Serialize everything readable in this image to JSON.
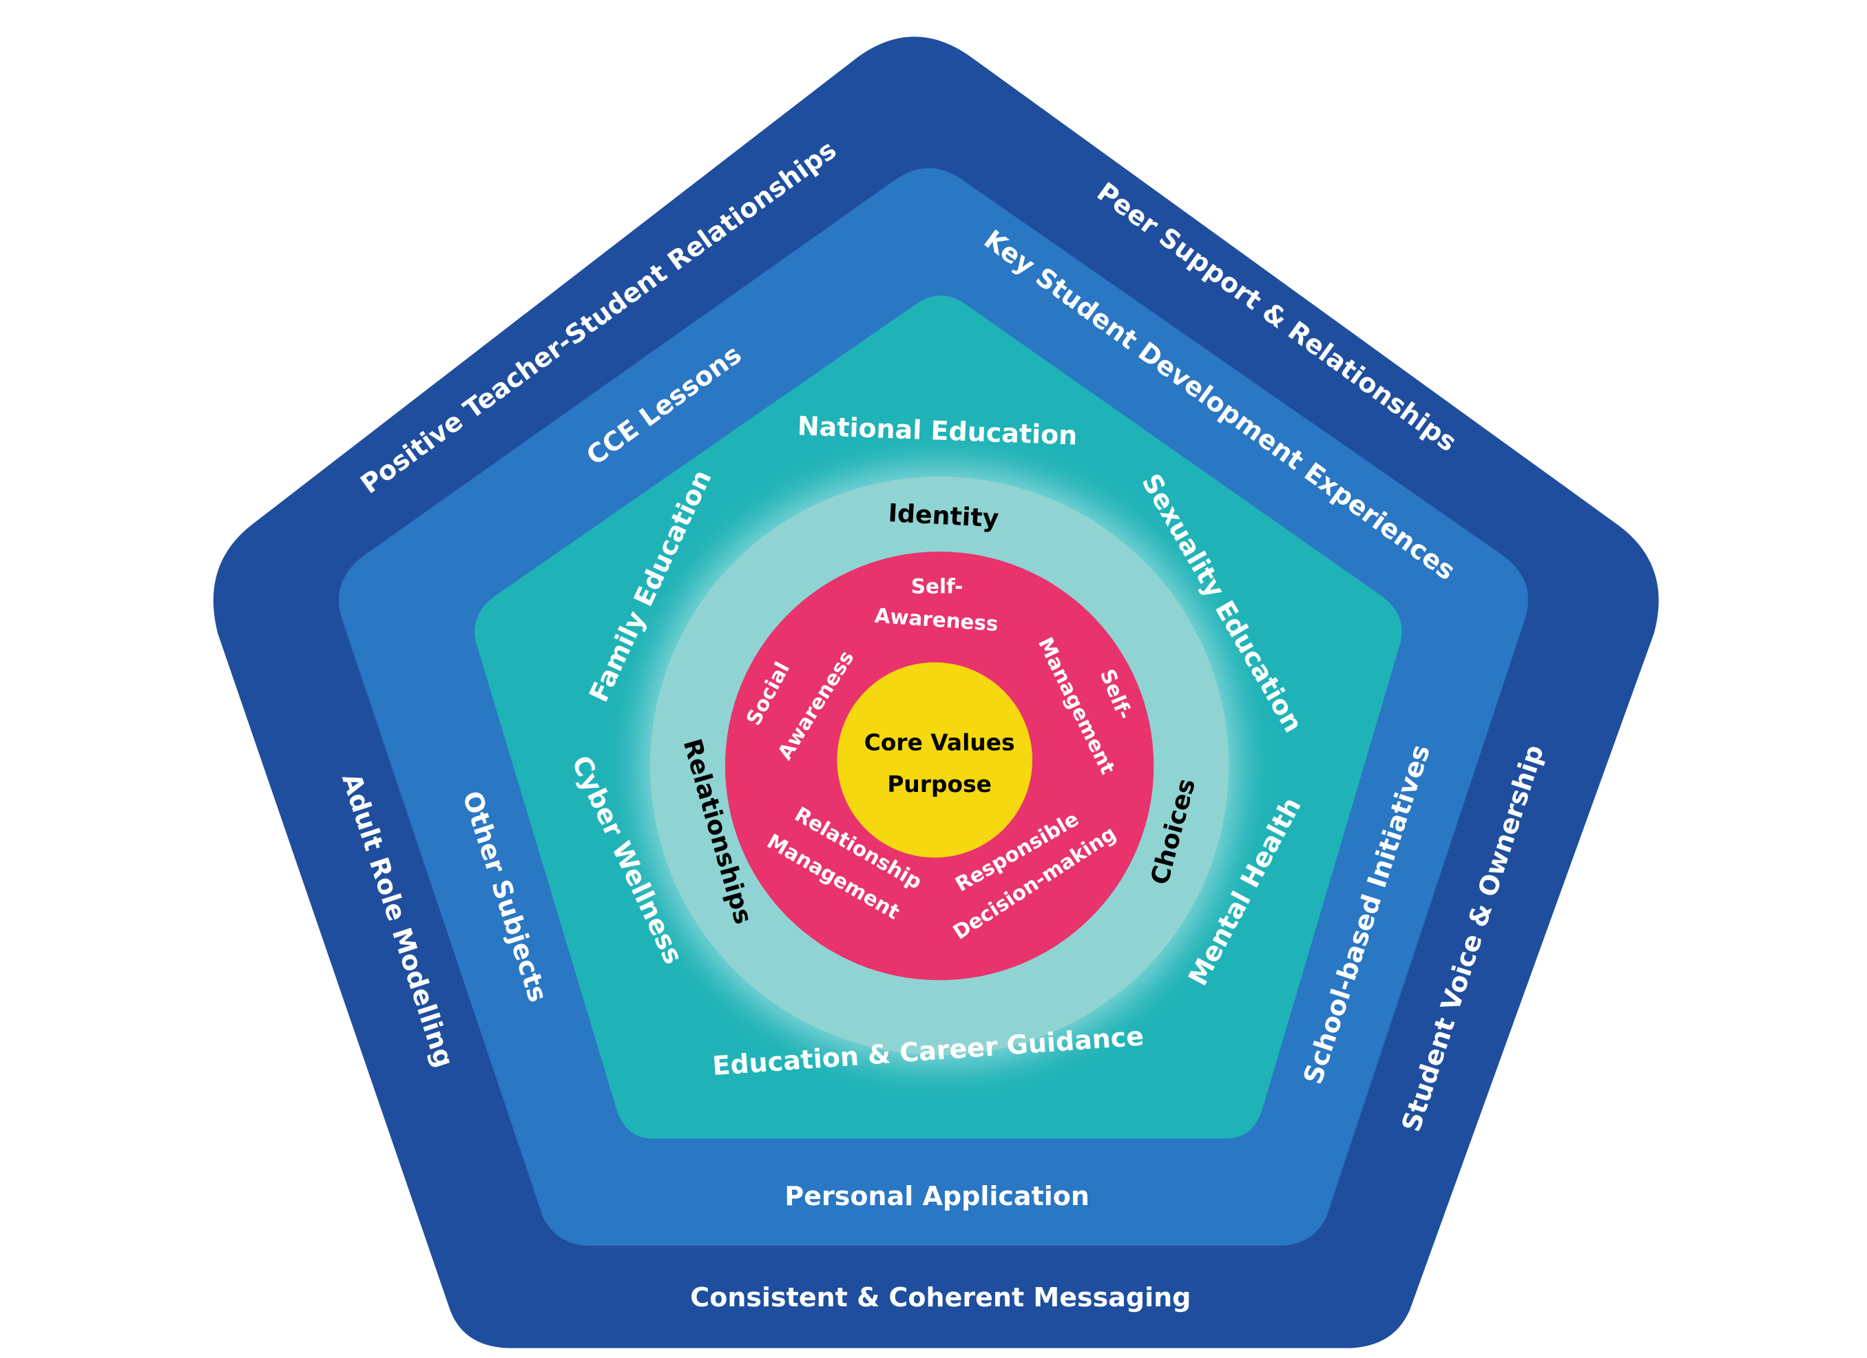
{
  "colors": {
    "outer_pentagon": "#1f4e9e",
    "middle_pentagon": "#2a77c4",
    "inner_pentagon": "#1fb3b7",
    "light_circle": "#8fd4d2",
    "pink_ring": "#e8336d",
    "yellow_core": "#f5d80f"
  },
  "outer_layer": {
    "top_left": "Positive Teacher-Student Relationships",
    "top_right": "Peer Support & Relationships",
    "right": "Student Voice & Ownership",
    "bottom": "Consistent & Coherent Messaging",
    "left": "Adult Role Modelling"
  },
  "middle_layer": {
    "top_left": "CCE Lessons",
    "top_right": "Key Student Development Experiences",
    "right": "School-based Initiatives",
    "bottom": "Personal Application",
    "left": "Other Subjects"
  },
  "inner_layer": {
    "top": "National Education",
    "upper_right": "Sexuality Education",
    "lower_right": "Mental Health",
    "bottom": "Education & Career Guidance",
    "lower_left": "Cyber Wellness",
    "upper_left": "Family Education"
  },
  "circle_layer": {
    "identity": "Identity",
    "choices": "Choices",
    "relationships": "Relationships"
  },
  "competencies": {
    "self_awareness_1": "Self-",
    "self_awareness_2": "Awareness",
    "self_management_1": "Self-",
    "self_management_2": "Management",
    "responsible_1": "Responsible",
    "responsible_2": "Decision-making",
    "relationship_1": "Relationship",
    "relationship_2": "Management",
    "social_1": "Social",
    "social_2": "Awareness"
  },
  "core": {
    "line1": "Core Values",
    "line2": "Purpose"
  }
}
